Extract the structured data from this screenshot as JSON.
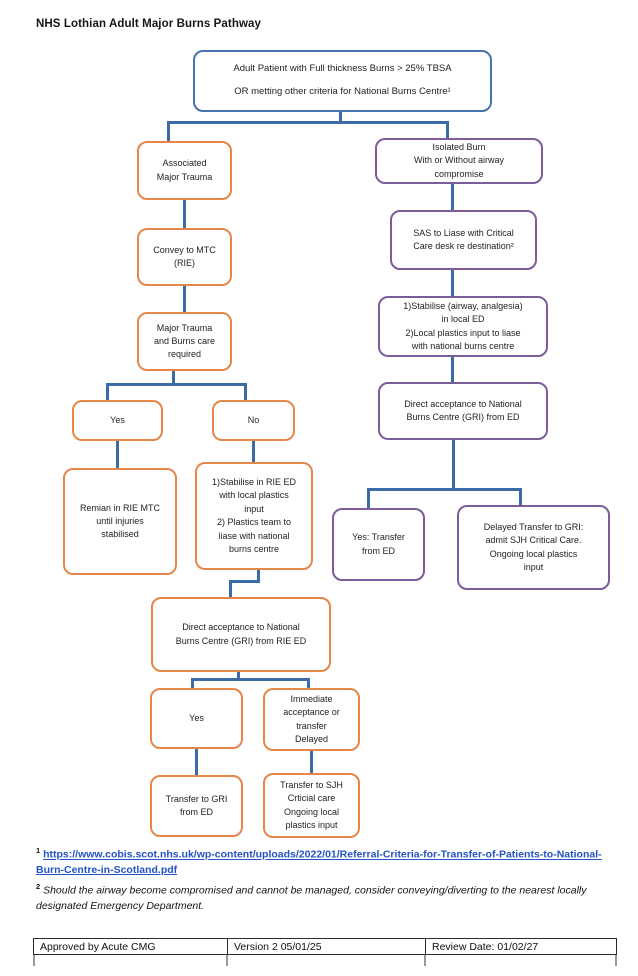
{
  "page": {
    "title": "NHS Lothian Adult Major Burns Pathway"
  },
  "colors": {
    "blue_border": "#4673ab",
    "connector": "#3c6ca8",
    "orange": "#e5874a",
    "purple": "#7a5d99",
    "link": "#2353c5"
  },
  "flowchart": {
    "nodes": {
      "start": {
        "text": "Adult Patient with Full thickness Burns > 25% TBSA\nOR metting other criteria for National Burns Centre¹"
      },
      "assoc_trauma": {
        "text": "Associated\nMajor Trauma"
      },
      "convey_mtc": {
        "text": "Convey to MTC\n(RIE)"
      },
      "mt_burns": {
        "text": "Major Trauma\nand Burns care\nrequired"
      },
      "yes1": {
        "text": "Yes"
      },
      "no1": {
        "text": "No"
      },
      "remain": {
        "text": "Remian in RIE MTC\nuntil injuries\nstabilised"
      },
      "stabilise_rie": {
        "text": "1)Stabilise in RIE ED\nwith local plastics\ninput\n2) Plastics team to\nliase with national\nburns centre"
      },
      "direct_rie": {
        "text": "Direct acceptance to National\nBurns Centre (GRI) from RIE ED"
      },
      "yes2": {
        "text": "Yes"
      },
      "immediate": {
        "text": "Immediate\nacceptance or\ntransfer\nDelayed"
      },
      "transfer_gri": {
        "text": "Transfer to GRI\nfrom ED"
      },
      "transfer_sjh": {
        "text": "Transfer to SJH\nCrticial care\nOngoing local\nplastics input"
      },
      "isolated": {
        "text": "Isolated Burn\nWith or Without airway\ncompromise"
      },
      "sas": {
        "text": "SAS to Liase with Critical\nCare desk re destination²"
      },
      "stabilise_local": {
        "text": "1)Stabilise (airway, analgesia)\nin local ED\n2)Local plastics input to liase\nwith national burns centre"
      },
      "direct_ed": {
        "text": "Direct acceptance to National\nBurns Centre (GRI) from ED"
      },
      "yes_transfer": {
        "text": "Yes: Transfer\nfrom ED"
      },
      "delayed_transfer": {
        "text": "Delayed Transfer to GRI:\nadmit SJH Critical Care.\nOngoing local plastics\ninput"
      }
    }
  },
  "footnotes": {
    "f1_marker": "1",
    "f1_link": "https://www.cobis.scot.nhs.uk/wp-content/uploads/2022/01/Referral-Criteria-for-Transfer-of-Patients-to-National-Burn-Centre-in-Scotland.pdf",
    "f2_marker": "2",
    "f2_text": "Should the airway become compromised and cannot be managed, consider conveying/diverting to the nearest locally designated Emergency Department."
  },
  "footer_table": {
    "cells": [
      "Approved by Acute CMG",
      "Version 2 05/01/25",
      "Review Date: 01/02/27"
    ]
  }
}
